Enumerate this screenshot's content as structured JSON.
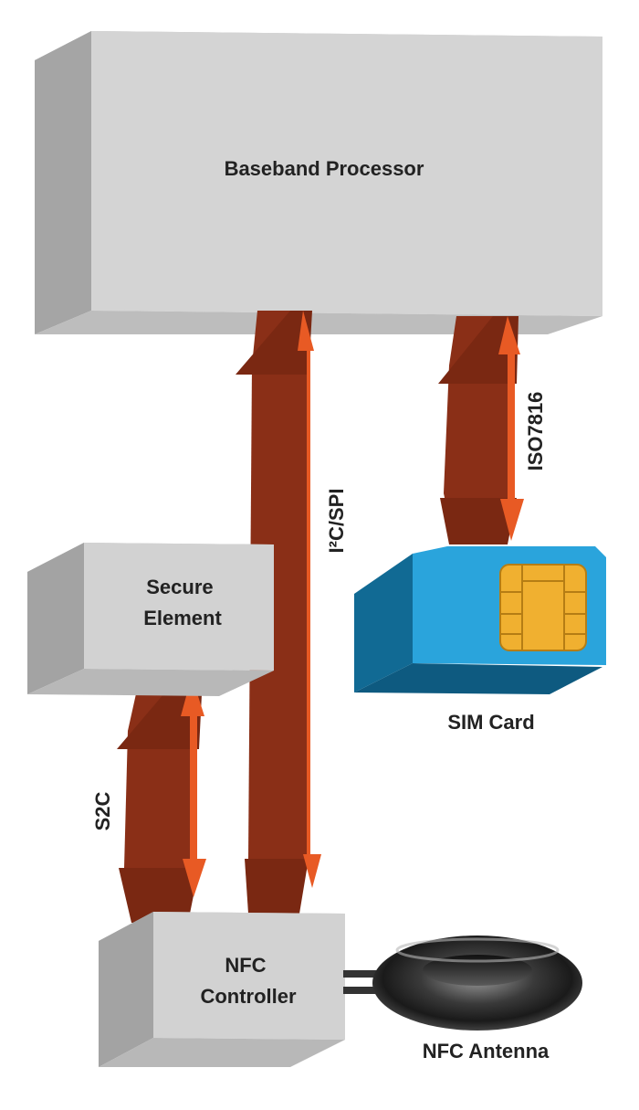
{
  "blocks": {
    "baseband": "Baseband Processor",
    "secure_element": [
      "Secure",
      "Element"
    ],
    "sim_card": "SIM Card",
    "nfc_controller": [
      "NFC",
      "Controller"
    ],
    "nfc_antenna": "NFC Antenna"
  },
  "links": {
    "i2c_spi": "I²C/SPI",
    "iso7816": "ISO7816",
    "s2c": "S2C"
  },
  "colors": {
    "box_front": "#d4d4d4",
    "box_side": "#a9a9a9",
    "box_top": "#bdbdbd",
    "arrow_dark": "#8a2f17",
    "arrow_light": "#e85a24",
    "sim_front": "#2aa4dc",
    "sim_side": "#116a94",
    "chip": "#f0b030"
  }
}
